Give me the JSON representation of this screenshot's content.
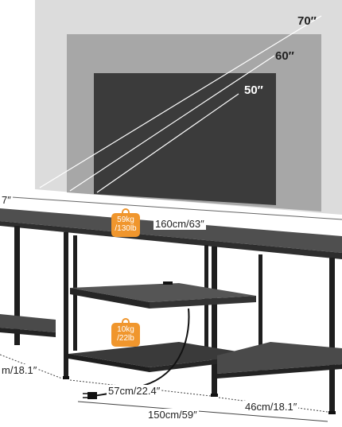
{
  "tv_sizes": [
    {
      "label": "70″",
      "color": "#dcdcdc"
    },
    {
      "label": "60″",
      "color": "#a7a7a7"
    },
    {
      "label": "50″",
      "color": "#3b3b3b"
    }
  ],
  "dimensions": {
    "overall_width": "160cm/63″",
    "left_depth_partial": "7″",
    "left_section_partial": "m/18.1″",
    "middle_section": "57cm/22.4″",
    "right_section": "46cm/18.1″",
    "lower_width": "150cm/59″"
  },
  "load_badges": {
    "top": {
      "line1": "59kg",
      "line2": "/130lb"
    },
    "shelf": {
      "line1": "10kg",
      "line2": "/22lb"
    }
  },
  "colors": {
    "wood": "#4a4a4a",
    "frame": "#1e1e1e",
    "badge": "#f0962d"
  }
}
